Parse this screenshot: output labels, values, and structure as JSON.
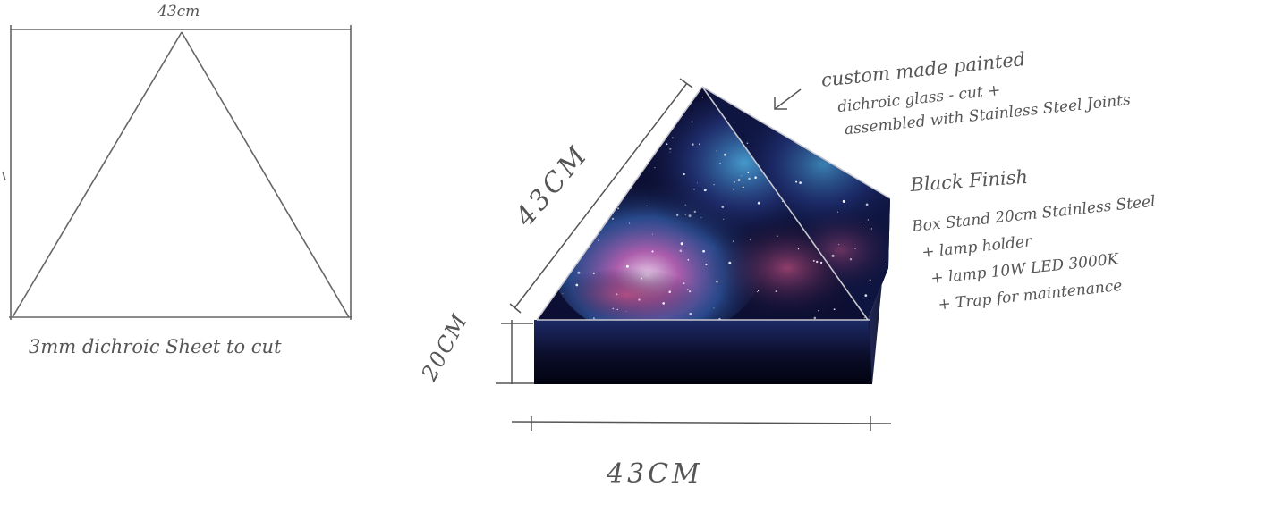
{
  "flat_sheet": {
    "top_dimension": "43cm",
    "caption": "3mm dichroic Sheet to cut"
  },
  "pyramid": {
    "side_dimension": "43CM",
    "height_dimension": "20CM",
    "base_dimension": "43CM",
    "glass_note": [
      "custom made painted",
      "dichroic glass - cut +",
      "assembled with Stainless Steel Joints"
    ],
    "finish_title": "Black Finish",
    "spec_lines": [
      "Box Stand 20cm Stainless Steel",
      "+ lamp holder",
      "+ lamp 10W LED 3000K",
      "+ Trap for maintenance"
    ]
  },
  "colors": {
    "pencil": "#555555",
    "box_dark": "#0b0d2a",
    "box_mid": "#1a2357",
    "nebula_pink": "#d06ab8",
    "nebula_blue": "#3a7fd0",
    "space_dark": "#0c0f33"
  }
}
